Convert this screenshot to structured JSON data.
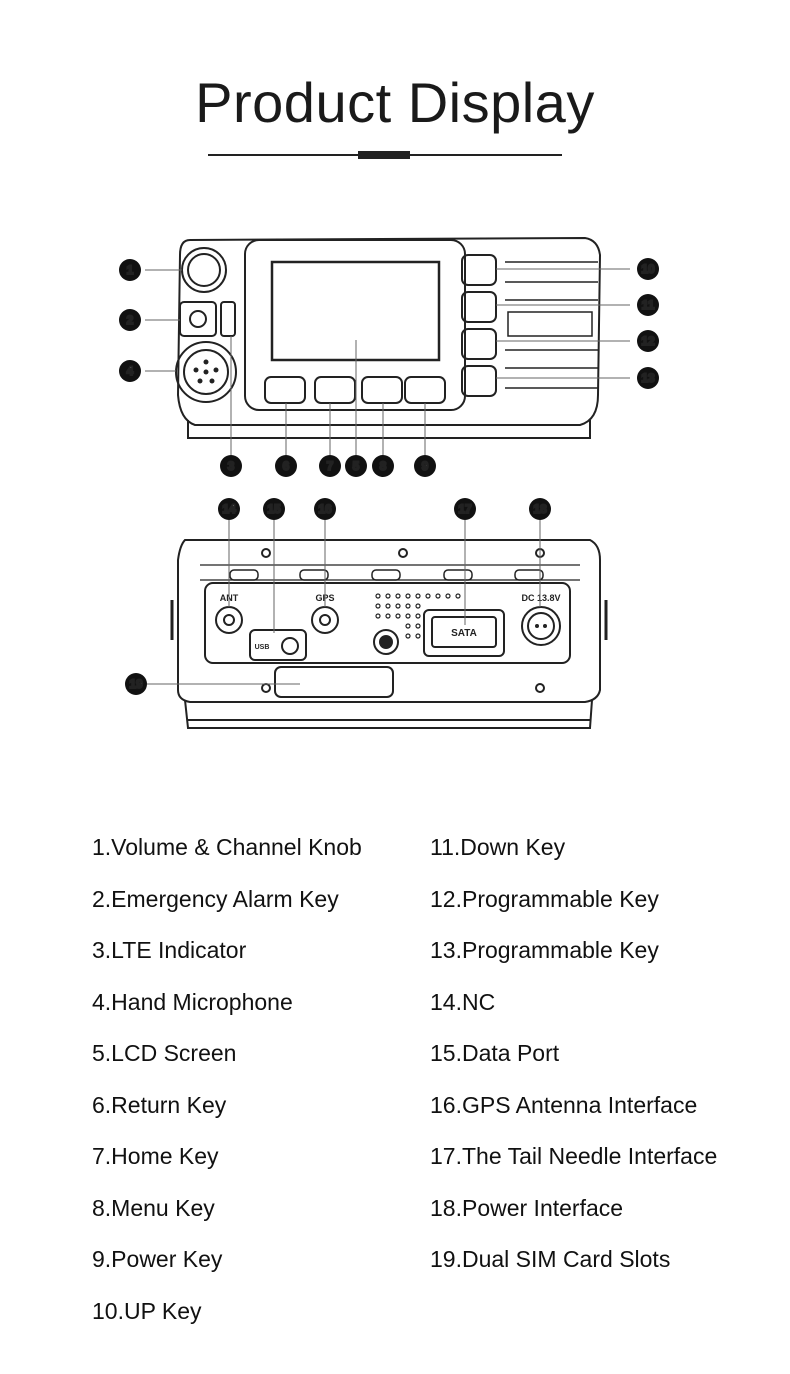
{
  "title": "Product Display",
  "front_callouts": [
    "1",
    "2",
    "4",
    "10",
    "11",
    "12",
    "13",
    "3",
    "6",
    "7",
    "5",
    "8",
    "9"
  ],
  "rear_callouts": [
    "14",
    "15",
    "16",
    "17",
    "18",
    "19"
  ],
  "rear_panel_labels": {
    "ant": "ANT",
    "gps": "GPS",
    "usb": "USB",
    "sata": "SATA",
    "dc": "DC 13.8V"
  },
  "legend_left": [
    "1.Volume & Channel Knob",
    "2.Emergency Alarm Key",
    "3.LTE Indicator",
    "4.Hand Microphone",
    "5.LCD Screen",
    "6.Return Key",
    "7.Home Key",
    "8.Menu Key",
    "9.Power Key",
    "10.UP Key"
  ],
  "legend_right": [
    "11.Down Key",
    "12.Programmable Key",
    "13.Programmable Key",
    "14.NC",
    "15.Data Port",
    "16.GPS Antenna Interface",
    "17.The Tail Needle Interface",
    "18.Power Interface",
    "19.Dual SIM Card Slots"
  ]
}
